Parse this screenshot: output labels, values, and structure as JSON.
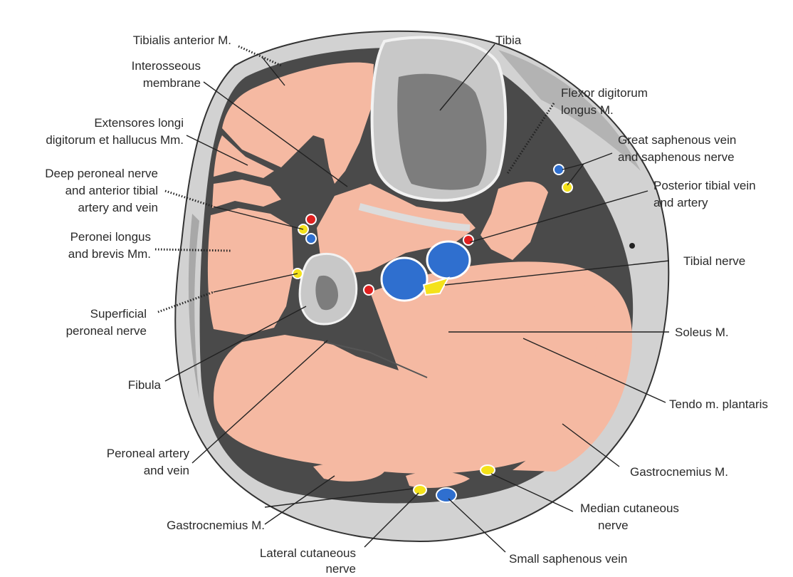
{
  "labels": {
    "tibialis_anterior": "Tibialis anterior M.",
    "tibia": "Tibia",
    "interosseous_1": "Interosseous",
    "interosseous_2": "membrane",
    "flexor_digitorum_1": "Flexor digitorum",
    "flexor_digitorum_2": "longus M.",
    "extensores_1": "Extensores longi",
    "extensores_2": "digitorum et hallucus Mm.",
    "great_saphenous_1": "Great saphenous vein",
    "great_saphenous_2": "and saphenous nerve",
    "deep_peroneal_1": "Deep peroneal nerve",
    "deep_peroneal_2": "and anterior tibial",
    "deep_peroneal_3": "artery and vein",
    "posterior_tibial_1": "Posterior tibial vein",
    "posterior_tibial_2": "and artery",
    "peronei_1": "Peronei longus",
    "peronei_2": "and brevis Mm.",
    "tibial_nerve": "Tibial nerve",
    "superficial_peroneal_1": "Superficial",
    "superficial_peroneal_2": "peroneal nerve",
    "soleus": "Soleus M.",
    "fibula": "Fibula",
    "tendo_plantaris": "Tendo m. plantaris",
    "peroneal_artery_1": "Peroneal artery",
    "peroneal_artery_2": "and vein",
    "gastrocnemius_right": "Gastrocnemius M.",
    "median_cutaneous_1": "Median cutaneous",
    "median_cutaneous_2": "nerve",
    "gastrocnemius_left": "Gastrocnemius M.",
    "lateral_cutaneous_1": "Lateral cutaneous",
    "lateral_cutaneous_2": "nerve",
    "small_saphenous": "Small saphenous vein"
  },
  "colors": {
    "skin_fat": "#cfcfcf",
    "fascia": "#3a3a3a",
    "muscle": "#f5b9a2",
    "bone_cortex": "#c8c8c8",
    "bone_marrow": "#7d7d7d",
    "artery": "#e02020",
    "vein": "#2f6fcf",
    "nerve": "#f4e21a"
  }
}
